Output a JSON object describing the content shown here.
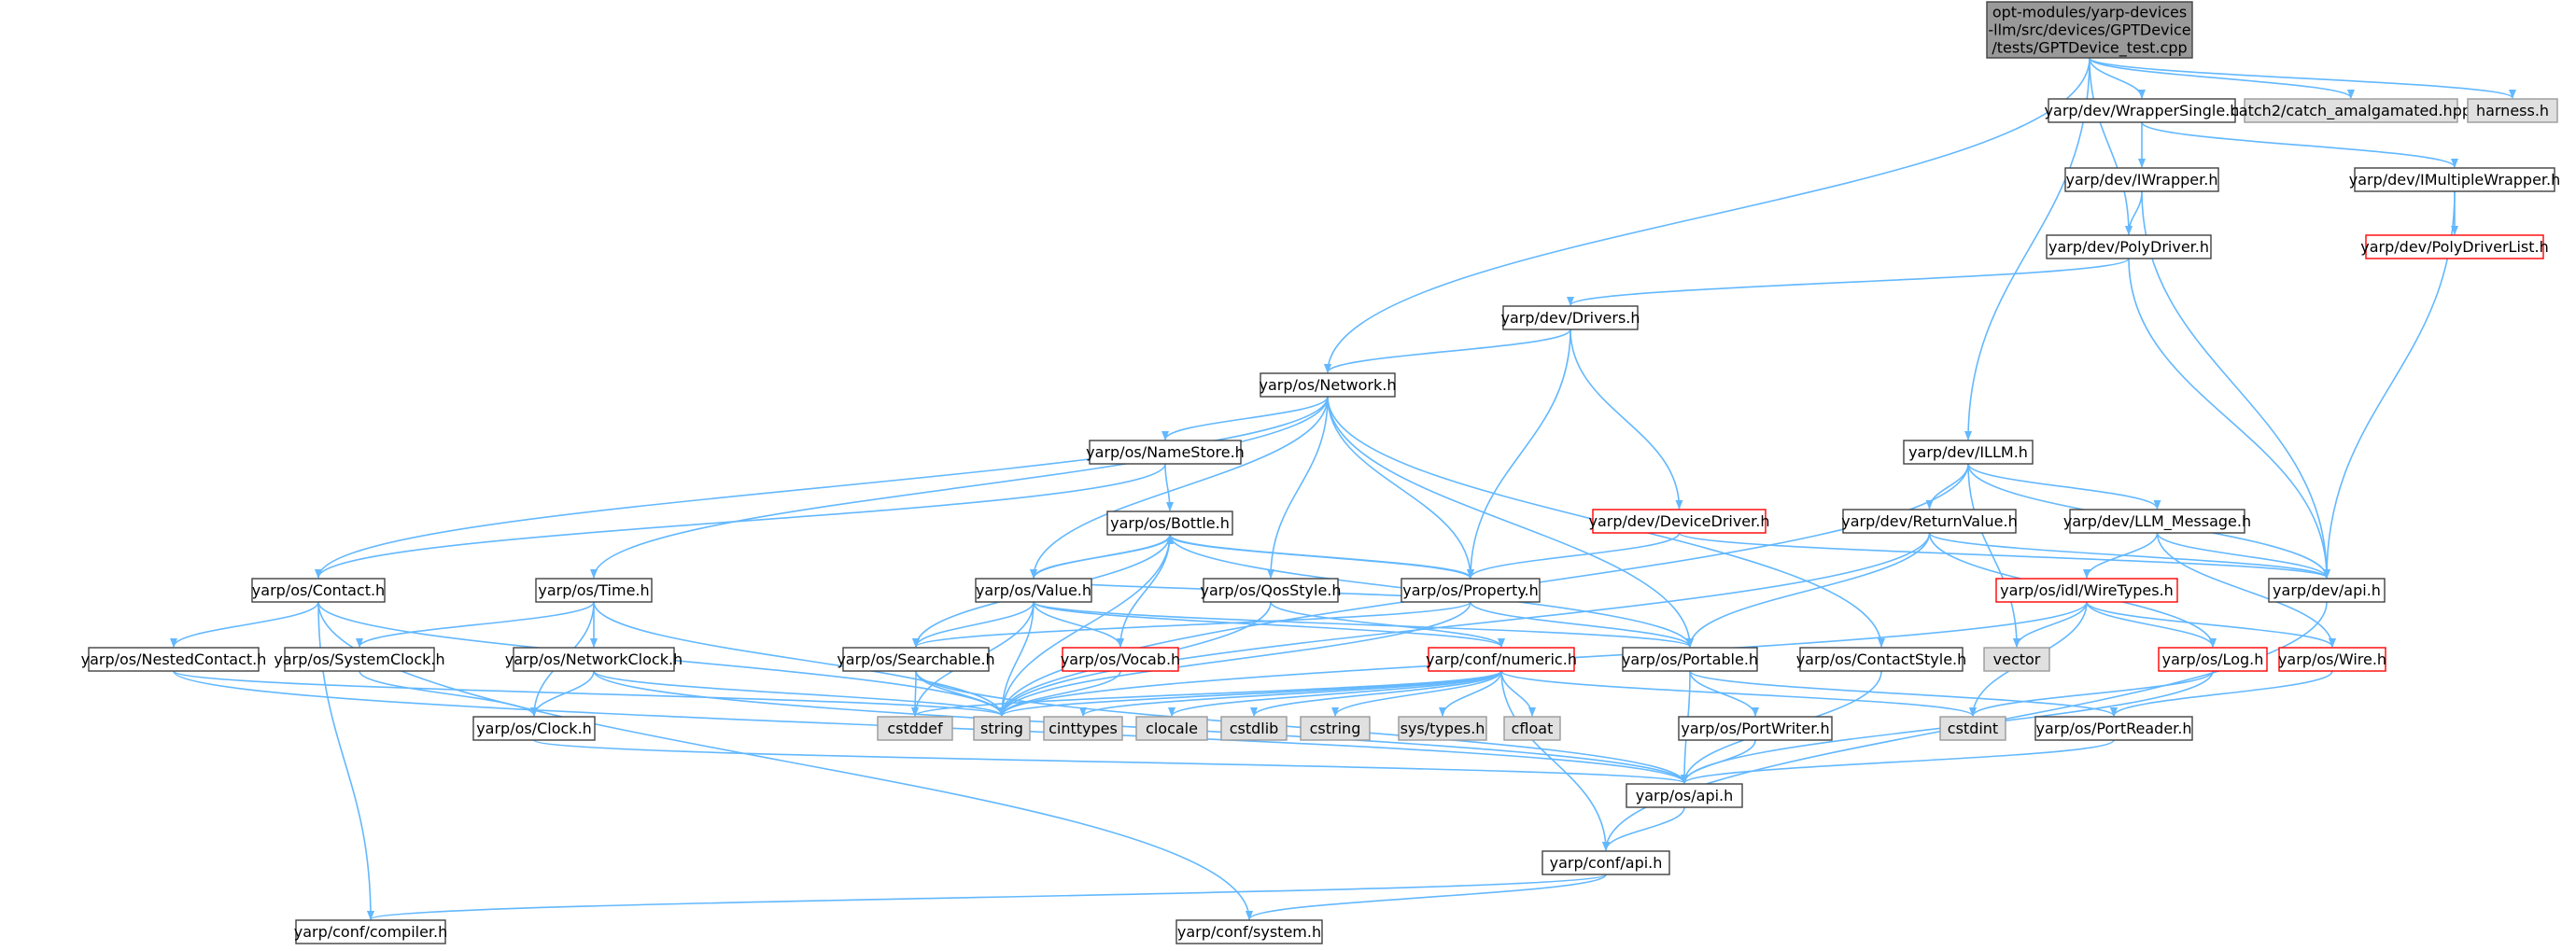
{
  "colors": {
    "edge": "#63b8ff",
    "root_fill": "#999999",
    "node_fill": "#ffffff",
    "node_border": "#404040",
    "incomplete_border": "#ff0000",
    "system_fill": "#e0e0e0",
    "system_border": "#999999",
    "text": "#000000"
  },
  "nodes": [
    {
      "id": "root",
      "lines": [
        "opt-modules/yarp-devices",
        "-llm/src/devices/GPTDevice",
        "/tests/GPTDevice_test.cpp"
      ],
      "kind": "root"
    },
    {
      "id": "wrappersingle",
      "lines": [
        "yarp/dev/WrapperSingle.h"
      ],
      "kind": "normal"
    },
    {
      "id": "catch2",
      "lines": [
        "catch2/catch_amalgamated.hpp"
      ],
      "kind": "system"
    },
    {
      "id": "harness",
      "lines": [
        "harness.h"
      ],
      "kind": "system"
    },
    {
      "id": "iwrapper",
      "lines": [
        "yarp/dev/IWrapper.h"
      ],
      "kind": "normal"
    },
    {
      "id": "imultiplewrapper",
      "lines": [
        "yarp/dev/IMultipleWrapper.h"
      ],
      "kind": "normal"
    },
    {
      "id": "polydriverlist",
      "lines": [
        "yarp/dev/PolyDriverList.h"
      ],
      "kind": "incomplete"
    },
    {
      "id": "polydriver",
      "lines": [
        "yarp/dev/PolyDriver.h"
      ],
      "kind": "normal"
    },
    {
      "id": "drivers",
      "lines": [
        "yarp/dev/Drivers.h"
      ],
      "kind": "normal"
    },
    {
      "id": "network",
      "lines": [
        "yarp/os/Network.h"
      ],
      "kind": "normal"
    },
    {
      "id": "llm",
      "lines": [
        "yarp/dev/ILLM.h"
      ],
      "kind": "normal"
    },
    {
      "id": "namestore",
      "lines": [
        "yarp/os/NameStore.h"
      ],
      "kind": "normal"
    },
    {
      "id": "devicedriver",
      "lines": [
        "yarp/dev/DeviceDriver.h"
      ],
      "kind": "incomplete"
    },
    {
      "id": "returnvalue",
      "lines": [
        "yarp/dev/ReturnValue.h"
      ],
      "kind": "normal"
    },
    {
      "id": "llmmessage",
      "lines": [
        "yarp/dev/LLM_Message.h"
      ],
      "kind": "normal"
    },
    {
      "id": "bottle",
      "lines": [
        "yarp/os/Bottle.h"
      ],
      "kind": "normal"
    },
    {
      "id": "contact",
      "lines": [
        "yarp/os/Contact.h"
      ],
      "kind": "normal"
    },
    {
      "id": "time",
      "lines": [
        "yarp/os/Time.h"
      ],
      "kind": "normal"
    },
    {
      "id": "value",
      "lines": [
        "yarp/os/Value.h"
      ],
      "kind": "normal"
    },
    {
      "id": "qosstyle",
      "lines": [
        "yarp/os/QosStyle.h"
      ],
      "kind": "normal"
    },
    {
      "id": "property",
      "lines": [
        "yarp/os/Property.h"
      ],
      "kind": "normal"
    },
    {
      "id": "wiretypes",
      "lines": [
        "yarp/os/idl/WireTypes.h"
      ],
      "kind": "incomplete"
    },
    {
      "id": "devapi",
      "lines": [
        "yarp/dev/api.h"
      ],
      "kind": "normal"
    },
    {
      "id": "nestedcontact",
      "lines": [
        "yarp/os/NestedContact.h"
      ],
      "kind": "normal"
    },
    {
      "id": "systemclock",
      "lines": [
        "yarp/os/SystemClock.h"
      ],
      "kind": "normal"
    },
    {
      "id": "networkclock",
      "lines": [
        "yarp/os/NetworkClock.h"
      ],
      "kind": "normal"
    },
    {
      "id": "searchable",
      "lines": [
        "yarp/os/Searchable.h"
      ],
      "kind": "normal"
    },
    {
      "id": "vocab",
      "lines": [
        "yarp/os/Vocab.h"
      ],
      "kind": "incomplete"
    },
    {
      "id": "numeric",
      "lines": [
        "yarp/conf/numeric.h"
      ],
      "kind": "incomplete"
    },
    {
      "id": "portable",
      "lines": [
        "yarp/os/Portable.h"
      ],
      "kind": "normal"
    },
    {
      "id": "contactstyle",
      "lines": [
        "yarp/os/ContactStyle.h"
      ],
      "kind": "normal"
    },
    {
      "id": "vector",
      "lines": [
        "vector"
      ],
      "kind": "system"
    },
    {
      "id": "log",
      "lines": [
        "yarp/os/Log.h"
      ],
      "kind": "incomplete"
    },
    {
      "id": "wire",
      "lines": [
        "yarp/os/Wire.h"
      ],
      "kind": "incomplete"
    },
    {
      "id": "clock",
      "lines": [
        "yarp/os/Clock.h"
      ],
      "kind": "normal"
    },
    {
      "id": "cstddef",
      "lines": [
        "cstddef"
      ],
      "kind": "system"
    },
    {
      "id": "string",
      "lines": [
        "string"
      ],
      "kind": "system"
    },
    {
      "id": "cinttypes",
      "lines": [
        "cinttypes"
      ],
      "kind": "system"
    },
    {
      "id": "clocale",
      "lines": [
        "clocale"
      ],
      "kind": "system"
    },
    {
      "id": "cstdlib",
      "lines": [
        "cstdlib"
      ],
      "kind": "system"
    },
    {
      "id": "cstring",
      "lines": [
        "cstring"
      ],
      "kind": "system"
    },
    {
      "id": "systypes",
      "lines": [
        "sys/types.h"
      ],
      "kind": "system"
    },
    {
      "id": "cfloat",
      "lines": [
        "cfloat"
      ],
      "kind": "system"
    },
    {
      "id": "portwriter",
      "lines": [
        "yarp/os/PortWriter.h"
      ],
      "kind": "normal"
    },
    {
      "id": "cstdint",
      "lines": [
        "cstdint"
      ],
      "kind": "system"
    },
    {
      "id": "portreader",
      "lines": [
        "yarp/os/PortReader.h"
      ],
      "kind": "normal"
    },
    {
      "id": "osapi",
      "lines": [
        "yarp/os/api.h"
      ],
      "kind": "normal"
    },
    {
      "id": "confapi",
      "lines": [
        "yarp/conf/api.h"
      ],
      "kind": "normal"
    },
    {
      "id": "compiler",
      "lines": [
        "yarp/conf/compiler.h"
      ],
      "kind": "normal"
    },
    {
      "id": "system",
      "lines": [
        "yarp/conf/system.h"
      ],
      "kind": "normal"
    }
  ],
  "edges": [
    [
      "root",
      "wrappersingle"
    ],
    [
      "root",
      "catch2"
    ],
    [
      "root",
      "harness"
    ],
    [
      "root",
      "polydriver"
    ],
    [
      "root",
      "network"
    ],
    [
      "root",
      "llm"
    ],
    [
      "wrappersingle",
      "iwrapper"
    ],
    [
      "wrappersingle",
      "imultiplewrapper"
    ],
    [
      "iwrapper",
      "polydriver"
    ],
    [
      "iwrapper",
      "devapi"
    ],
    [
      "imultiplewrapper",
      "polydriverlist"
    ],
    [
      "imultiplewrapper",
      "devapi"
    ],
    [
      "polydriver",
      "drivers"
    ],
    [
      "polydriver",
      "devapi"
    ],
    [
      "drivers",
      "network"
    ],
    [
      "drivers",
      "devicedriver"
    ],
    [
      "drivers",
      "property"
    ],
    [
      "devicedriver",
      "property"
    ],
    [
      "devicedriver",
      "devapi"
    ],
    [
      "network",
      "namestore"
    ],
    [
      "network",
      "contact"
    ],
    [
      "network",
      "time"
    ],
    [
      "network",
      "value"
    ],
    [
      "network",
      "qosstyle"
    ],
    [
      "network",
      "property"
    ],
    [
      "network",
      "portable"
    ],
    [
      "network",
      "contactstyle"
    ],
    [
      "namestore",
      "bottle"
    ],
    [
      "namestore",
      "contact"
    ],
    [
      "bottle",
      "value"
    ],
    [
      "bottle",
      "property"
    ],
    [
      "bottle",
      "searchable"
    ],
    [
      "bottle",
      "vocab"
    ],
    [
      "bottle",
      "portable"
    ],
    [
      "bottle",
      "string"
    ],
    [
      "value",
      "bottle"
    ],
    [
      "value",
      "property"
    ],
    [
      "value",
      "searchable"
    ],
    [
      "value",
      "vocab"
    ],
    [
      "value",
      "portable"
    ],
    [
      "value",
      "string"
    ],
    [
      "value",
      "cstddef"
    ],
    [
      "value",
      "numeric"
    ],
    [
      "property",
      "bottle"
    ],
    [
      "property",
      "searchable"
    ],
    [
      "property",
      "portable"
    ],
    [
      "property",
      "string"
    ],
    [
      "contact",
      "nestedcontact"
    ],
    [
      "contact",
      "string"
    ],
    [
      "contact",
      "compiler"
    ],
    [
      "contact",
      "system"
    ],
    [
      "nestedcontact",
      "string"
    ],
    [
      "nestedcontact",
      "osapi"
    ],
    [
      "time",
      "systemclock"
    ],
    [
      "time",
      "networkclock"
    ],
    [
      "time",
      "clock"
    ],
    [
      "time",
      "string"
    ],
    [
      "systemclock",
      "clock"
    ],
    [
      "networkclock",
      "clock"
    ],
    [
      "networkclock",
      "string"
    ],
    [
      "networkclock",
      "osapi"
    ],
    [
      "clock",
      "osapi"
    ],
    [
      "qosstyle",
      "numeric"
    ],
    [
      "qosstyle",
      "string"
    ],
    [
      "searchable",
      "cstddef"
    ],
    [
      "searchable",
      "string"
    ],
    [
      "searchable",
      "osapi"
    ],
    [
      "vocab",
      "string"
    ],
    [
      "numeric",
      "cstddef"
    ],
    [
      "numeric",
      "string"
    ],
    [
      "numeric",
      "cinttypes"
    ],
    [
      "numeric",
      "clocale"
    ],
    [
      "numeric",
      "cstdlib"
    ],
    [
      "numeric",
      "cstring"
    ],
    [
      "numeric",
      "systypes"
    ],
    [
      "numeric",
      "cfloat"
    ],
    [
      "numeric",
      "cstdint"
    ],
    [
      "numeric",
      "confapi"
    ],
    [
      "portable",
      "portwriter"
    ],
    [
      "portable",
      "portreader"
    ],
    [
      "portable",
      "osapi"
    ],
    [
      "portwriter",
      "osapi"
    ],
    [
      "portreader",
      "osapi"
    ],
    [
      "contactstyle",
      "osapi"
    ],
    [
      "llm",
      "returnvalue"
    ],
    [
      "llm",
      "llmmessage"
    ],
    [
      "llm",
      "devapi"
    ],
    [
      "llm",
      "vector"
    ],
    [
      "llm",
      "string"
    ],
    [
      "returnvalue",
      "portable"
    ],
    [
      "returnvalue",
      "log"
    ],
    [
      "returnvalue",
      "devapi"
    ],
    [
      "returnvalue",
      "string"
    ],
    [
      "llmmessage",
      "wiretypes"
    ],
    [
      "llmmessage",
      "devapi"
    ],
    [
      "llmmessage",
      "wire"
    ],
    [
      "wiretypes",
      "vector"
    ],
    [
      "wiretypes",
      "log"
    ],
    [
      "wiretypes",
      "wire"
    ],
    [
      "wiretypes",
      "cstdint"
    ],
    [
      "wiretypes",
      "string"
    ],
    [
      "log",
      "cstdint"
    ],
    [
      "log",
      "osapi"
    ],
    [
      "wire",
      "portreader"
    ],
    [
      "devapi",
      "confapi"
    ],
    [
      "osapi",
      "confapi"
    ],
    [
      "confapi",
      "compiler"
    ],
    [
      "confapi",
      "system"
    ]
  ]
}
